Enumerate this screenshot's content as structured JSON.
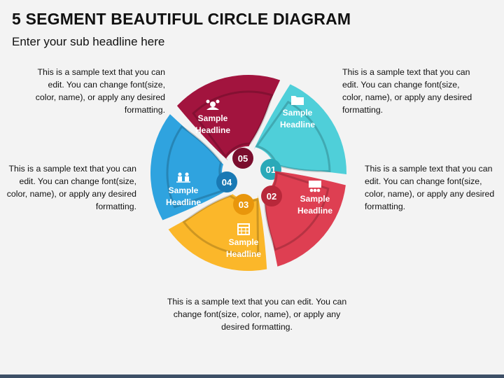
{
  "title": "5 SEGMENT BEAUTIFUL CIRCLE DIAGRAM",
  "subtitle": "Enter your sub headline here",
  "segments": [
    {
      "number": "01",
      "headline_line1": "Sample",
      "headline_line2": "Headline",
      "color": "#4fcfd9",
      "inner_color": "#2aa9b8",
      "icon": "folder-icon"
    },
    {
      "number": "02",
      "headline_line1": "Sample",
      "headline_line2": "Headline",
      "color": "#de3f52",
      "inner_color": "#b8283a",
      "icon": "presentation-icon"
    },
    {
      "number": "03",
      "headline_line1": "Sample",
      "headline_line2": "Headline",
      "color": "#fbb72a",
      "inner_color": "#e8960c",
      "icon": "calendar-icon"
    },
    {
      "number": "04",
      "headline_line1": "Sample",
      "headline_line2": "Headline",
      "color": "#2fa3df",
      "inner_color": "#1979b4",
      "icon": "team-icon"
    },
    {
      "number": "05",
      "headline_line1": "Sample",
      "headline_line2": "Headline",
      "color": "#a2143e",
      "inner_color": "#7a0d2d",
      "icon": "network-icon"
    }
  ],
  "descriptions": {
    "d1": "This is a sample text that you can edit. You can change font(size, color, name), or apply any desired formatting.",
    "d2": "This is a sample text that you can edit. You can change font(size, color, name), or apply any desired formatting.",
    "d3": "This is a sample text that you can edit. You can change font(size, color, name), or apply any desired formatting.",
    "d4": "This is a sample text that you can edit. You can change font(size, color, name), or apply any desired formatting.",
    "d5": "This is a sample text that you can edit. You can change font(size, color, name), or apply any desired formatting."
  }
}
